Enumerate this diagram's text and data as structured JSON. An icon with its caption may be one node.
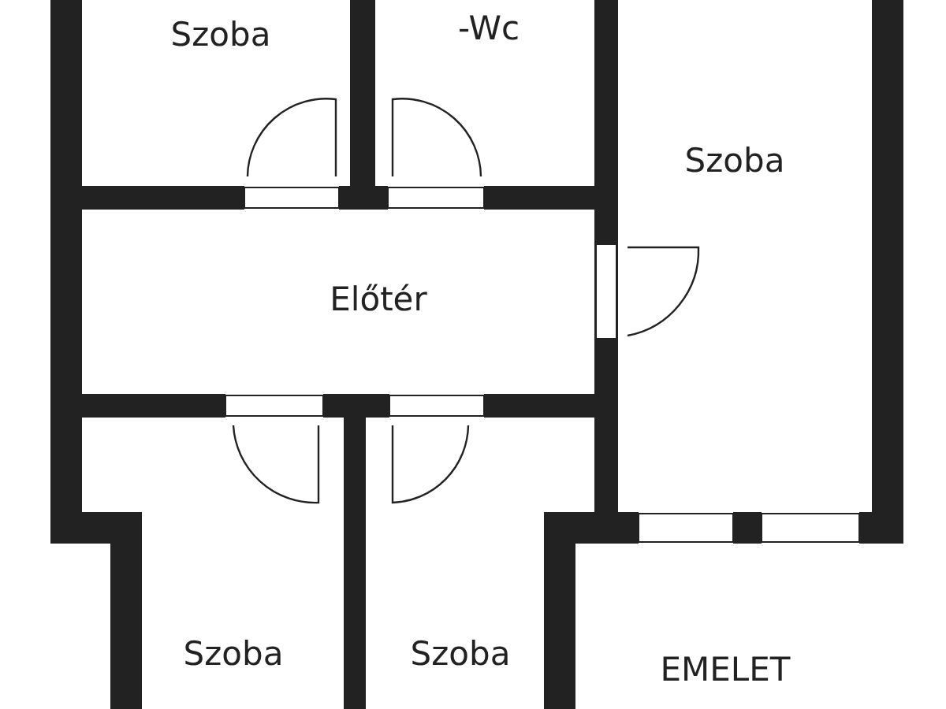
{
  "diagram": {
    "labels": [
      "Szoba",
      "-Wc",
      "Szoba",
      "Előtér",
      "Szoba",
      "Szoba",
      "EMELET"
    ]
  }
}
